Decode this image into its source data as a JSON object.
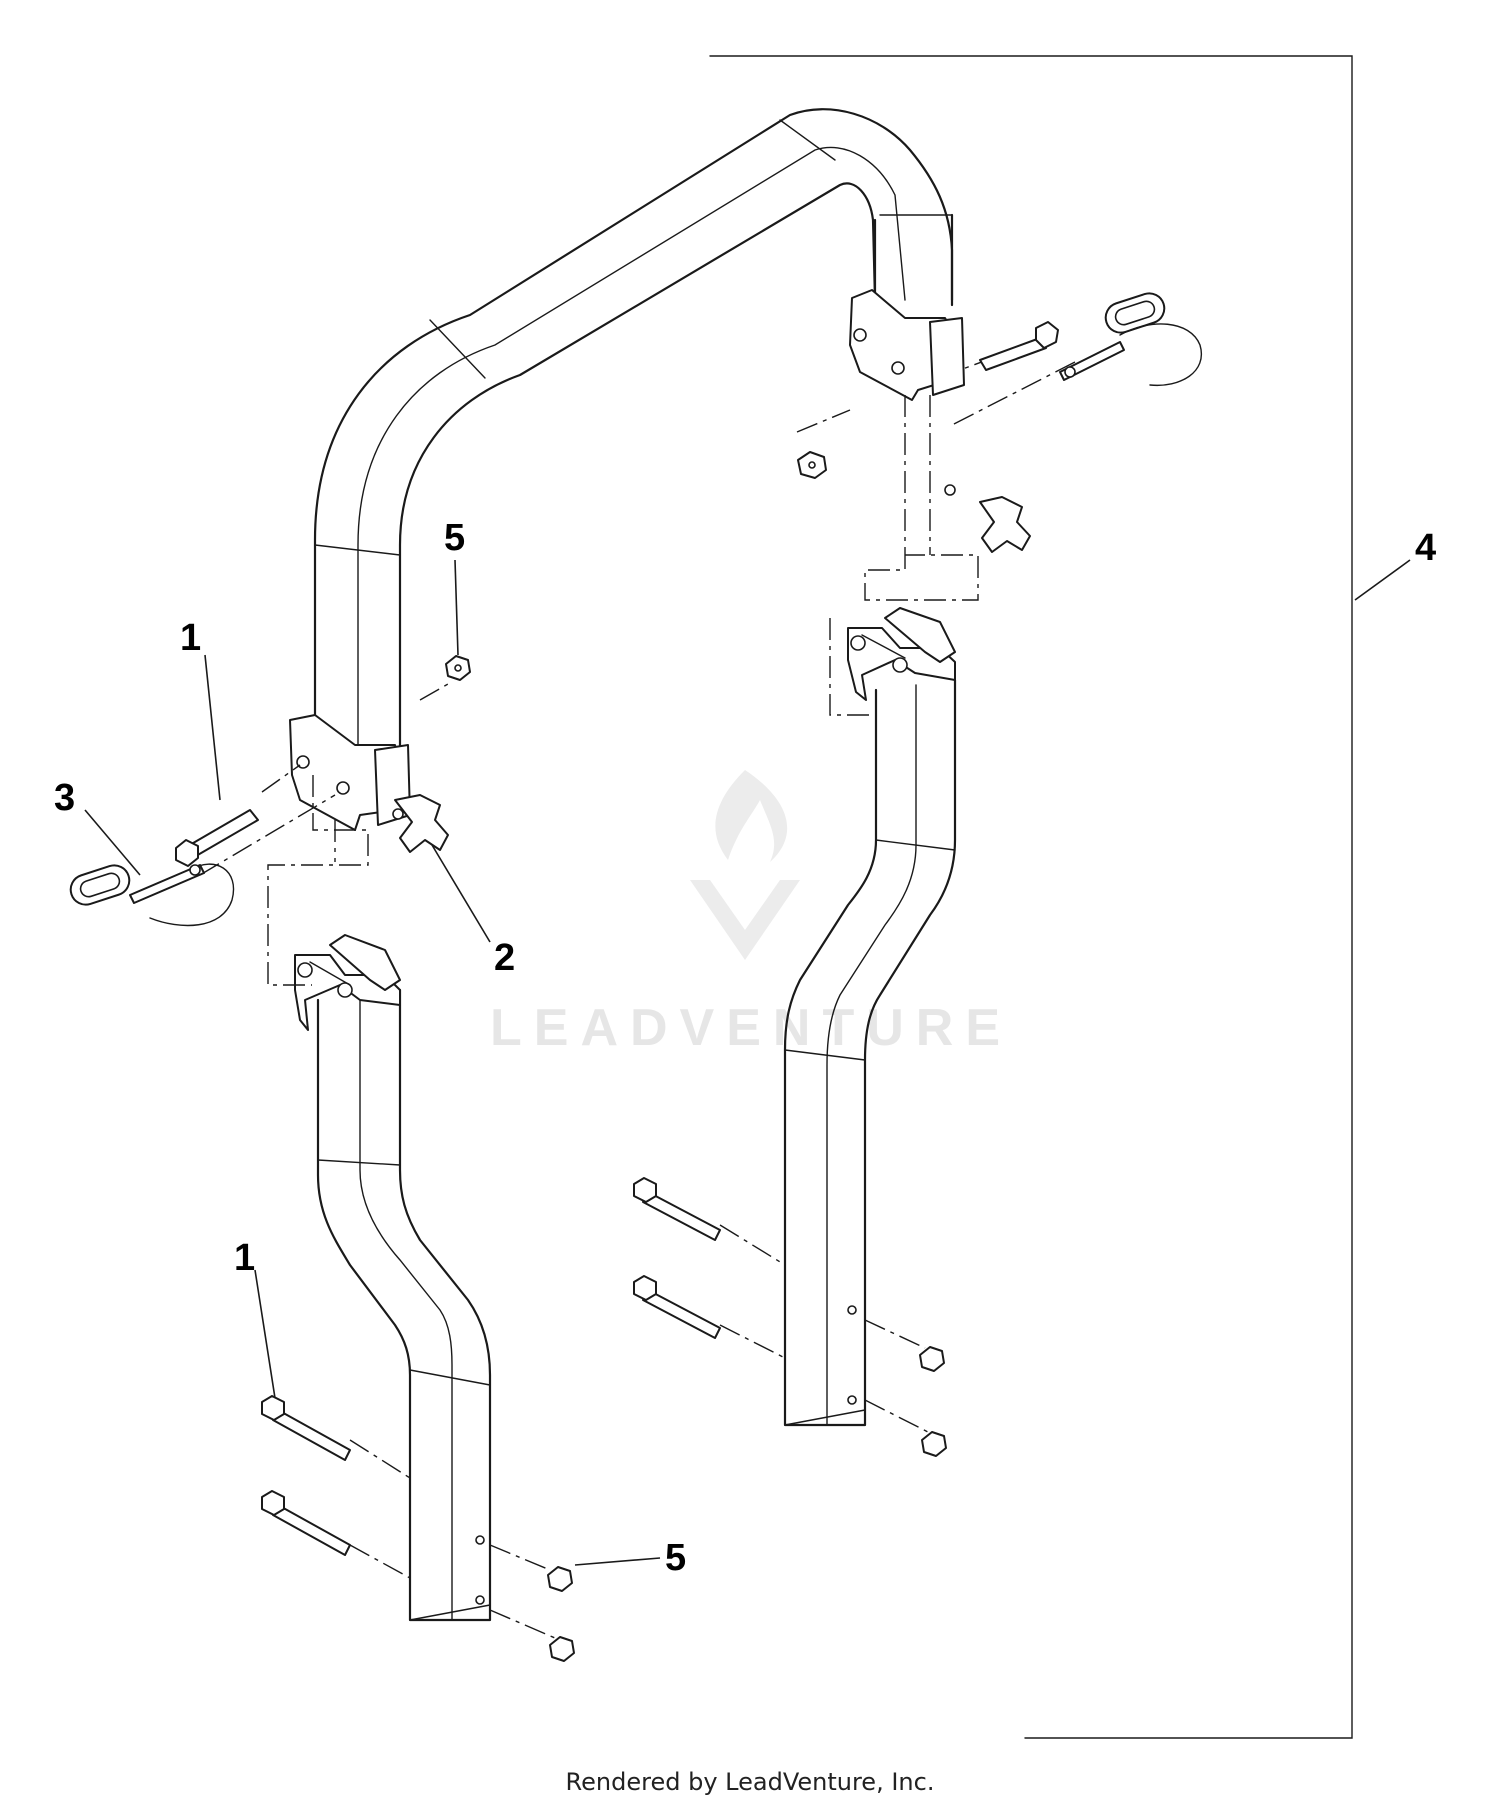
{
  "callouts": {
    "c1_top": "1",
    "c1_bottom": "1",
    "c2": "2",
    "c3": "3",
    "c4": "4",
    "c5_top": "5",
    "c5_bottom": "5"
  },
  "watermark": {
    "brand": "LEADVENTURE"
  },
  "footer": {
    "text": "Rendered by LeadVenture, Inc."
  }
}
